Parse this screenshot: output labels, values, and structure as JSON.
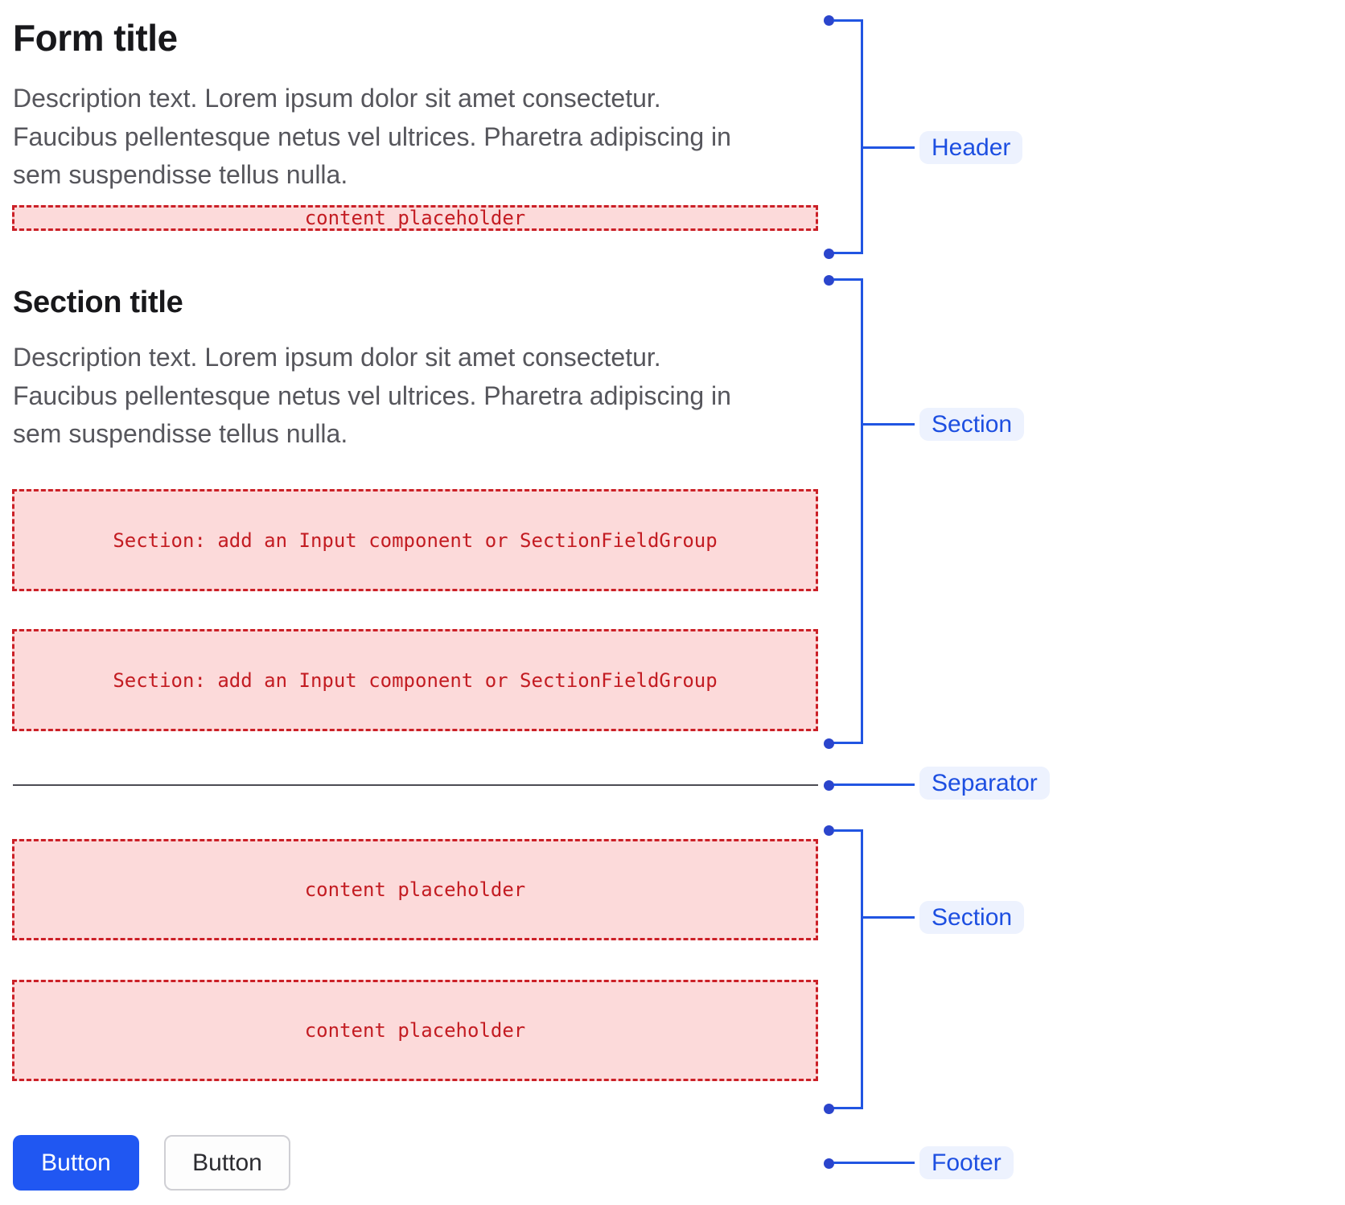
{
  "form": {
    "header": {
      "title": "Form title",
      "description_lines": [
        "Description text. Lorem ipsum dolor sit amet consectetur.",
        "Faucibus pellentesque netus vel ultrices. Pharetra adipiscing in",
        "sem suspendisse tellus nulla."
      ],
      "placeholder": "content placeholder"
    },
    "fields_section": {
      "title": "Section title",
      "description_lines": [
        "Description text. Lorem ipsum dolor sit amet consectetur.",
        "Faucibus pellentesque netus vel ultrices. Pharetra adipiscing in",
        "sem suspendisse tellus nulla."
      ],
      "placeholders": [
        "Section: add an Input component or SectionFieldGroup",
        "Section: add an Input component or SectionFieldGroup"
      ]
    },
    "content_section": {
      "placeholders": [
        "content placeholder",
        "content placeholder"
      ]
    },
    "footer": {
      "primary_button_label": "Button",
      "secondary_button_label": "Button"
    }
  },
  "annotations": {
    "header": "Header",
    "section_fields": "Section",
    "separator": "Separator",
    "section_content": "Section",
    "footer": "Footer"
  },
  "colors": {
    "annotation_line": "#2155e2",
    "annotation_dot": "#2b45cc",
    "pill_background": "#edf2fe",
    "pill_text": "#1d4fe1",
    "placeholder_background": "#fcdada",
    "placeholder_border": "#cb2027",
    "placeholder_text": "#c31c22",
    "primary_button": "#2057f2",
    "title_text": "#18181b",
    "description_text": "#56565c",
    "separator": "#4c4c54"
  }
}
